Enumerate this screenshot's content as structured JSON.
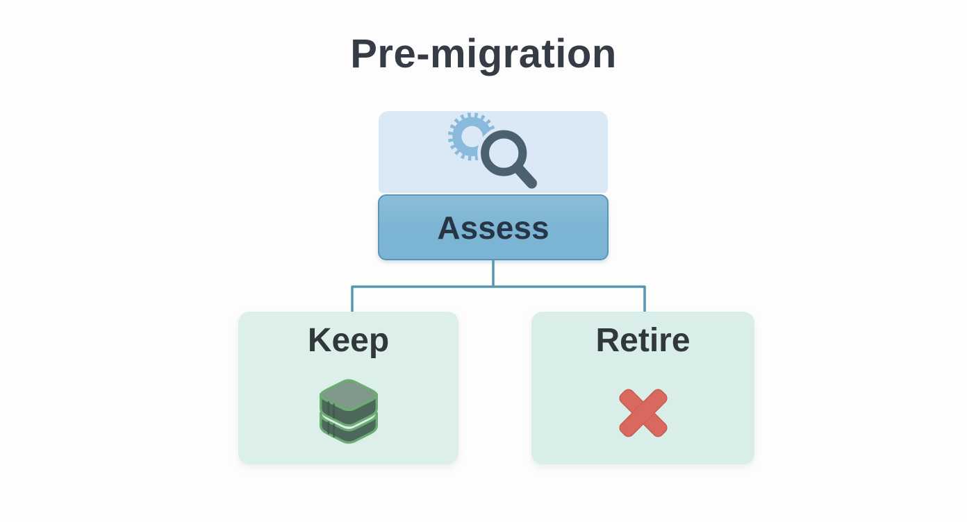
{
  "title": "Pre-migration",
  "diagram": {
    "type": "tree",
    "root": {
      "label": "Assess",
      "icon": "gear-magnifier-icon"
    },
    "children": [
      {
        "label": "Keep",
        "icon": "database-icon"
      },
      {
        "label": "Retire",
        "icon": "cross-icon"
      }
    ],
    "edges": [
      [
        "Assess",
        "Keep"
      ],
      [
        "Assess",
        "Retire"
      ]
    ]
  },
  "colors": {
    "background": "#fdfdfd",
    "title_text": "#363c45",
    "assess_icon_box_bg": "#dbe9f6",
    "assess_label_bg": "#7cb4d3",
    "assess_label_border": "#5d95b7",
    "assess_text": "#263646",
    "connector": "#5796b1",
    "keep_box_bg": "#dcefe8",
    "retire_box_bg": "#daeee9",
    "child_text": "#30373d",
    "gear_icon_color": "#8abadb",
    "magnifier_icon_color": "#4b616f",
    "database_top_color": "#80988a",
    "database_side_color": "#4d685b",
    "database_outline_color": "#6dab75",
    "cross_icon_color": "#d9695e"
  }
}
